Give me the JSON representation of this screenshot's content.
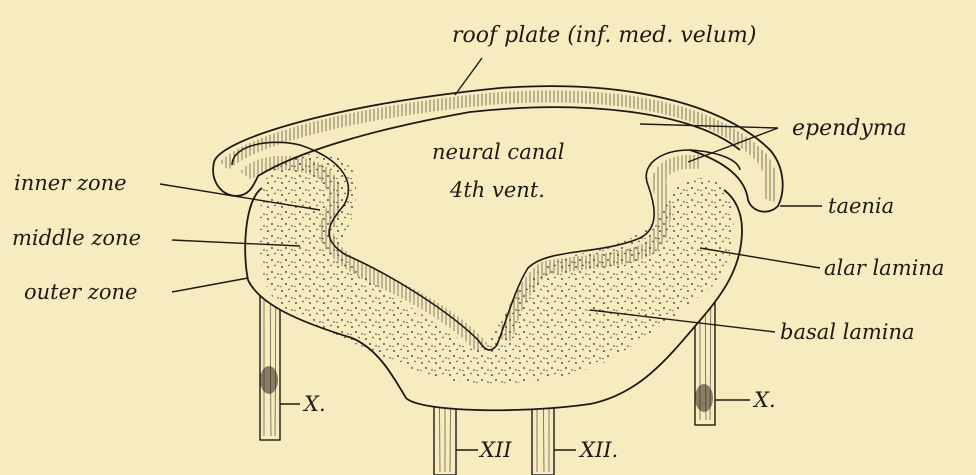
{
  "labels": {
    "roof_plate": "roof plate (inf. med. velum)",
    "ependyma": "ependyma",
    "neural_canal": "neural canal",
    "fourth_vent": "4th vent.",
    "taenia": "taenia",
    "inner_zone": "inner zone",
    "middle_zone": "middle zone",
    "outer_zone": "outer zone",
    "alar_lamina": "alar lamina",
    "basal_lamina": "basal lamina",
    "nerve_x_left": "X.",
    "nerve_x_right": "X.",
    "nerve_xii_left": "XII",
    "nerve_xii_right": "XII."
  },
  "colors": {
    "paper": "#f7ecc0",
    "ink": "#1d1a14"
  }
}
